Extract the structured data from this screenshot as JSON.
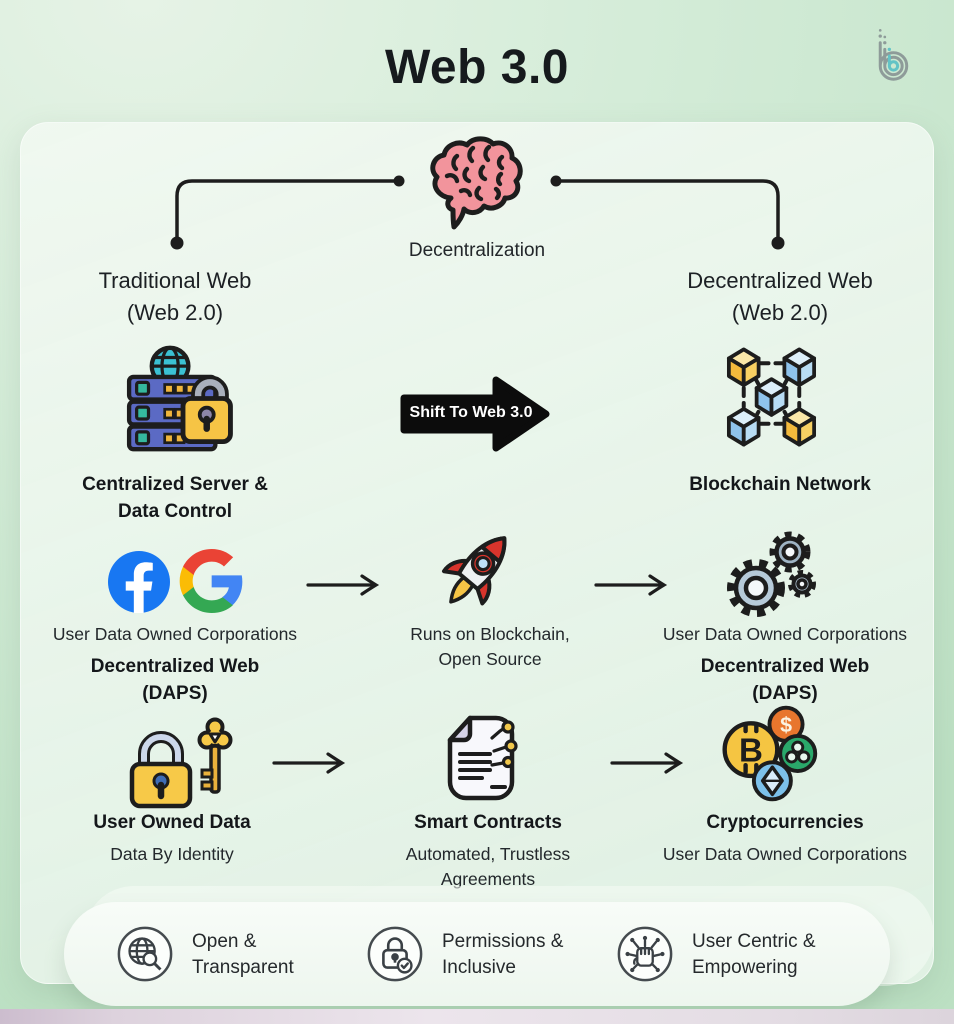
{
  "title": "Web 3.0",
  "hub": {
    "icon": "brain-icon",
    "label": "Decentralization"
  },
  "columns": {
    "left": {
      "title": "Traditional Web\n(Web 2.0)"
    },
    "right": {
      "title": "Decentralized Web\n(Web 2.0)"
    }
  },
  "shift_arrow": {
    "label": "Shift To Web 3.0"
  },
  "row1": {
    "left": {
      "icon": "centralized-server-lock-icon",
      "caption": "Centralized Server &\nData Control"
    },
    "right": {
      "icon": "blockchain-network-icon",
      "caption": "Blockchain Network"
    }
  },
  "row2": {
    "left": {
      "icons": [
        "facebook-icon",
        "google-icon"
      ],
      "caption": "User Data Owned Corporations",
      "subcaption": "Decentralized Web\n(DAPS)"
    },
    "middle": {
      "icon": "rocket-icon",
      "caption": "Runs on Blockchain,\nOpen Source"
    },
    "right": {
      "icon": "gears-icon",
      "caption": "User Data Owned Corporations",
      "subcaption": "Decentralized Web\n(DAPS)"
    }
  },
  "row3": {
    "left": {
      "icon": "lock-and-key-icon",
      "title": "User Owned Data",
      "caption": "Data By Identity"
    },
    "middle": {
      "icon": "smart-contract-icon",
      "title": "Smart Contracts",
      "caption": "Automated, Trustless\nAgreements"
    },
    "right": {
      "icon": "cryptocurrency-coins-icon",
      "title": "Cryptocurrencies",
      "caption": "User Data Owned Corporations"
    }
  },
  "footer": {
    "items": [
      {
        "icon": "globe-search-icon",
        "label": "Open &\nTransparent"
      },
      {
        "icon": "lock-check-icon",
        "label": "Permissions &\nInclusive"
      },
      {
        "icon": "fist-network-icon",
        "label": "User Centric &\nEmpowering"
      }
    ]
  },
  "glyphs": {
    "bitcoin_letter": "B",
    "dollar_symbol": "$",
    "facebook_letter": "f"
  },
  "colors": {
    "facebook_blue": "#1877f2",
    "google_blue": "#4285F4",
    "google_red": "#EA4335",
    "google_yellow": "#FBBC05",
    "google_green": "#34A853",
    "bitcoin_gold": "#f5c542",
    "ethereum_blue": "#7cc0ea",
    "dollar_orange": "#e8762d",
    "alt_green": "#2aa86a",
    "outline_dark": "#1d1d1d",
    "background_green": "#cfe9d2",
    "panel_green": "#e9f4ea",
    "brand_teal": "#62c3c6"
  }
}
